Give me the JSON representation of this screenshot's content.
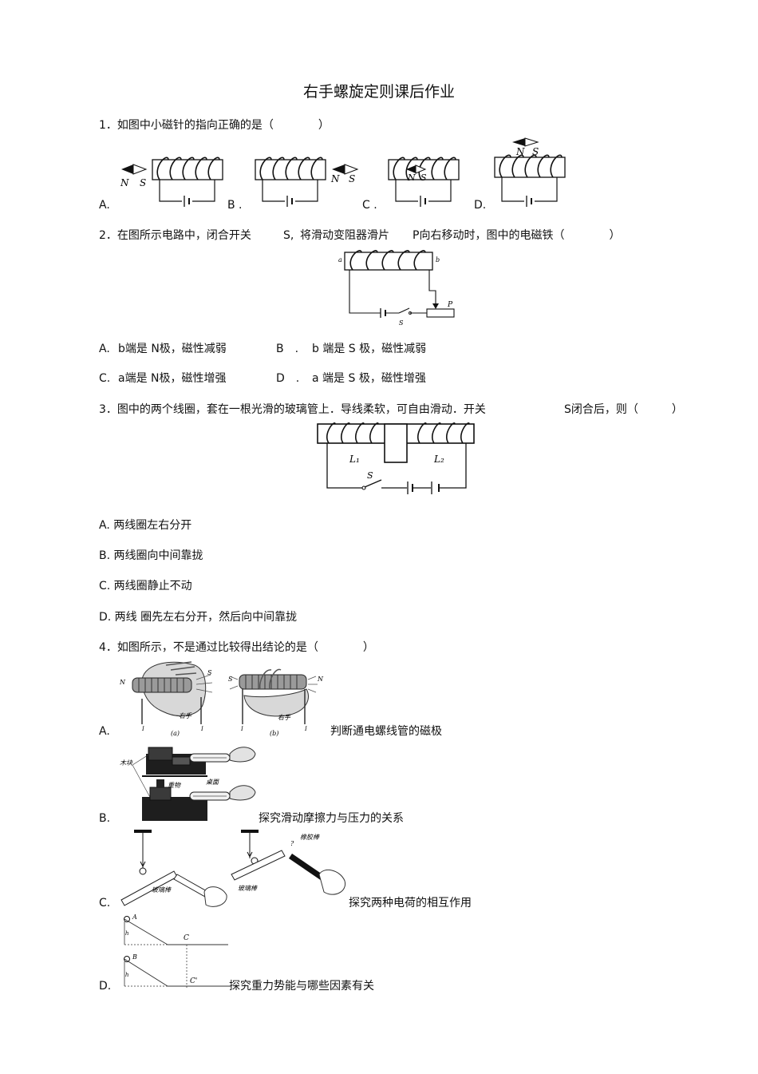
{
  "title": "右手螺旋定则课后作业",
  "q1": {
    "stem": "1．如图中小磁针的指向正确的是（　　　　）",
    "options": [
      "A.",
      "B .",
      "C .",
      "D."
    ],
    "needle_labels": {
      "n": "N",
      "s": "S"
    }
  },
  "q2": {
    "stem_a": "2．在图所示电路中，闭合开关",
    "stem_s": "S,",
    "stem_b": "将滑动变阻器滑片",
    "stem_p": "P向右移动时，图中的电磁铁（　　　　）",
    "fig_labels": {
      "a": "a",
      "b": "b",
      "p": "P",
      "s": "S"
    },
    "options": [
      {
        "letter": "A.",
        "text": "b端是  N极，磁性减弱"
      },
      {
        "letter": "B　.",
        "text": "b 端是  S 极，磁性减弱"
      },
      {
        "letter": "C.",
        "text": "a端是  N极，磁性增强"
      },
      {
        "letter": "D　.",
        "text": "a 端是  S 极，磁性增强"
      }
    ]
  },
  "q3": {
    "stem_a": "3．图中的两个线圈，套在一根光滑的玻璃管上．导线柔软，可自由滑动．开关",
    "stem_b": "S闭合后，则（　　　）",
    "fig_labels": {
      "l1": "L₁",
      "l2": "L₂",
      "s": "S"
    },
    "options": [
      "A.  两线圈左右分开",
      "B.  两线圈向中间靠拢",
      "C.  两线圈静止不动",
      "D.  两线  圈先左右分开，然后向中间靠拢"
    ]
  },
  "q4": {
    "stem": "4．如图所示，不是通过比较得出结论的是（　　　　）",
    "options": [
      {
        "letter": "A.",
        "text": "判断通电螺线管的磁极"
      },
      {
        "letter": "B.",
        "text": "探究滑动摩擦力与压力的关系"
      },
      {
        "letter": "C.",
        "text": "探究两种电荷的相互作用"
      },
      {
        "letter": "D.",
        "text": "探究重力势能与哪些因素有关"
      }
    ],
    "figA": {
      "n": "N",
      "s": "S",
      "hand": "右手",
      "a": "(a)",
      "b": "(b)",
      "i": "I"
    },
    "figB": {
      "block": "木块",
      "weight": "重物",
      "table": "桌面"
    },
    "figC": {
      "glass": "玻璃棒",
      "rubber": "橡胶棒",
      "q": "?"
    },
    "figD": {
      "a": "A",
      "b": "B",
      "c": "C",
      "c2": "C'",
      "h": "h"
    }
  }
}
